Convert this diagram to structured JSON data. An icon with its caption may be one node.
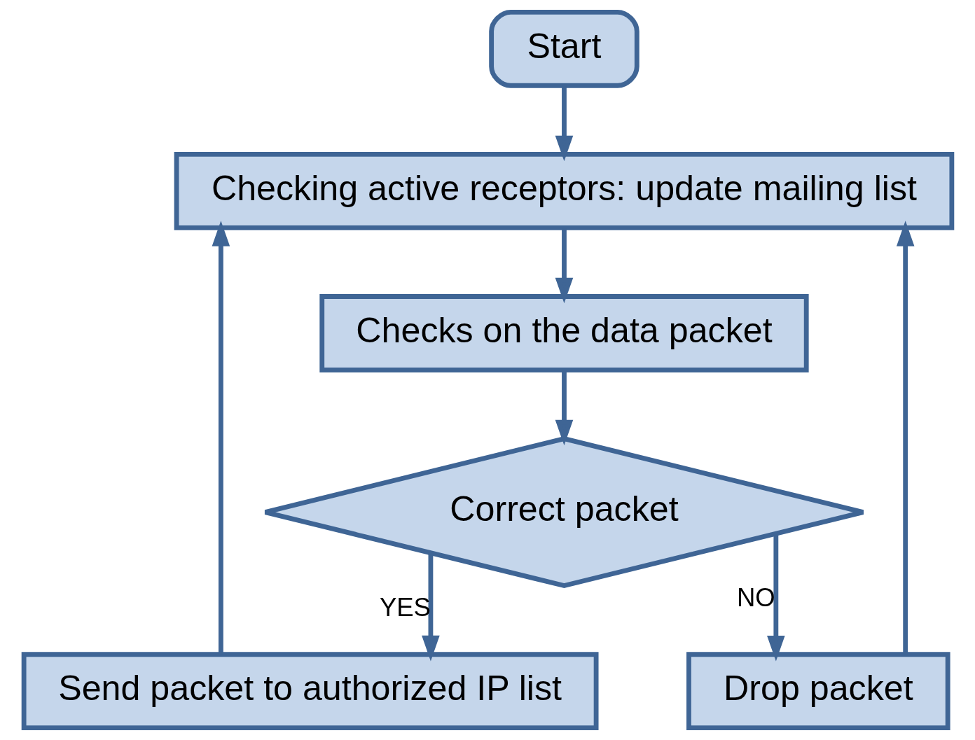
{
  "diagram": {
    "nodes": [
      {
        "text": [
          "Start"
        ]
      },
      {
        "text": [
          "Checking active receptors: update mailing list"
        ]
      },
      {
        "text": [
          "Checks on the data packet"
        ]
      },
      {
        "text": [
          "Correct packet"
        ]
      },
      {
        "text": [
          "Send packet to authorized IP list"
        ]
      },
      {
        "text": [
          "Drop packet"
        ]
      }
    ],
    "edges": [
      {
        "from": 0,
        "to": 1,
        "arrow": "to"
      },
      {
        "from": 1,
        "to": 2,
        "arrow": "to"
      },
      {
        "from": 2,
        "to": 3,
        "arrow": "to"
      },
      {
        "from": 3,
        "to": 4,
        "arrow": "to",
        "label": "YES"
      },
      {
        "from": 3,
        "to": 5,
        "arrow": "to",
        "label": "NO"
      },
      {
        "from": 4,
        "to": 1,
        "arrow": "to"
      },
      {
        "from": 5,
        "to": 1,
        "arrow": "to"
      }
    ]
  }
}
